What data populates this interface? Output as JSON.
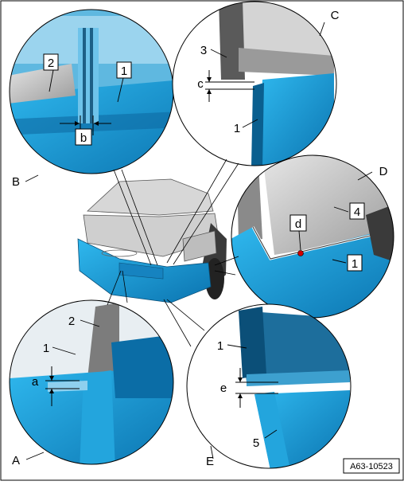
{
  "figure_id": "A63-10523",
  "callouts": {
    "A": "A",
    "B": "B",
    "C": "C",
    "D": "D",
    "E": "E"
  },
  "parts": {
    "p1": "1",
    "p2": "2",
    "p3": "3",
    "p4": "4",
    "p5": "5"
  },
  "gaps": {
    "a": "a",
    "b": "b",
    "c": "c",
    "d": "d",
    "e": "e"
  },
  "colors": {
    "bumper_blue": "#1aa6e0",
    "bumper_dark": "#0a5f8f",
    "body_gray": "#c8c8c8",
    "shadow_gray": "#5a5a5a",
    "marker_red": "#d00000"
  }
}
